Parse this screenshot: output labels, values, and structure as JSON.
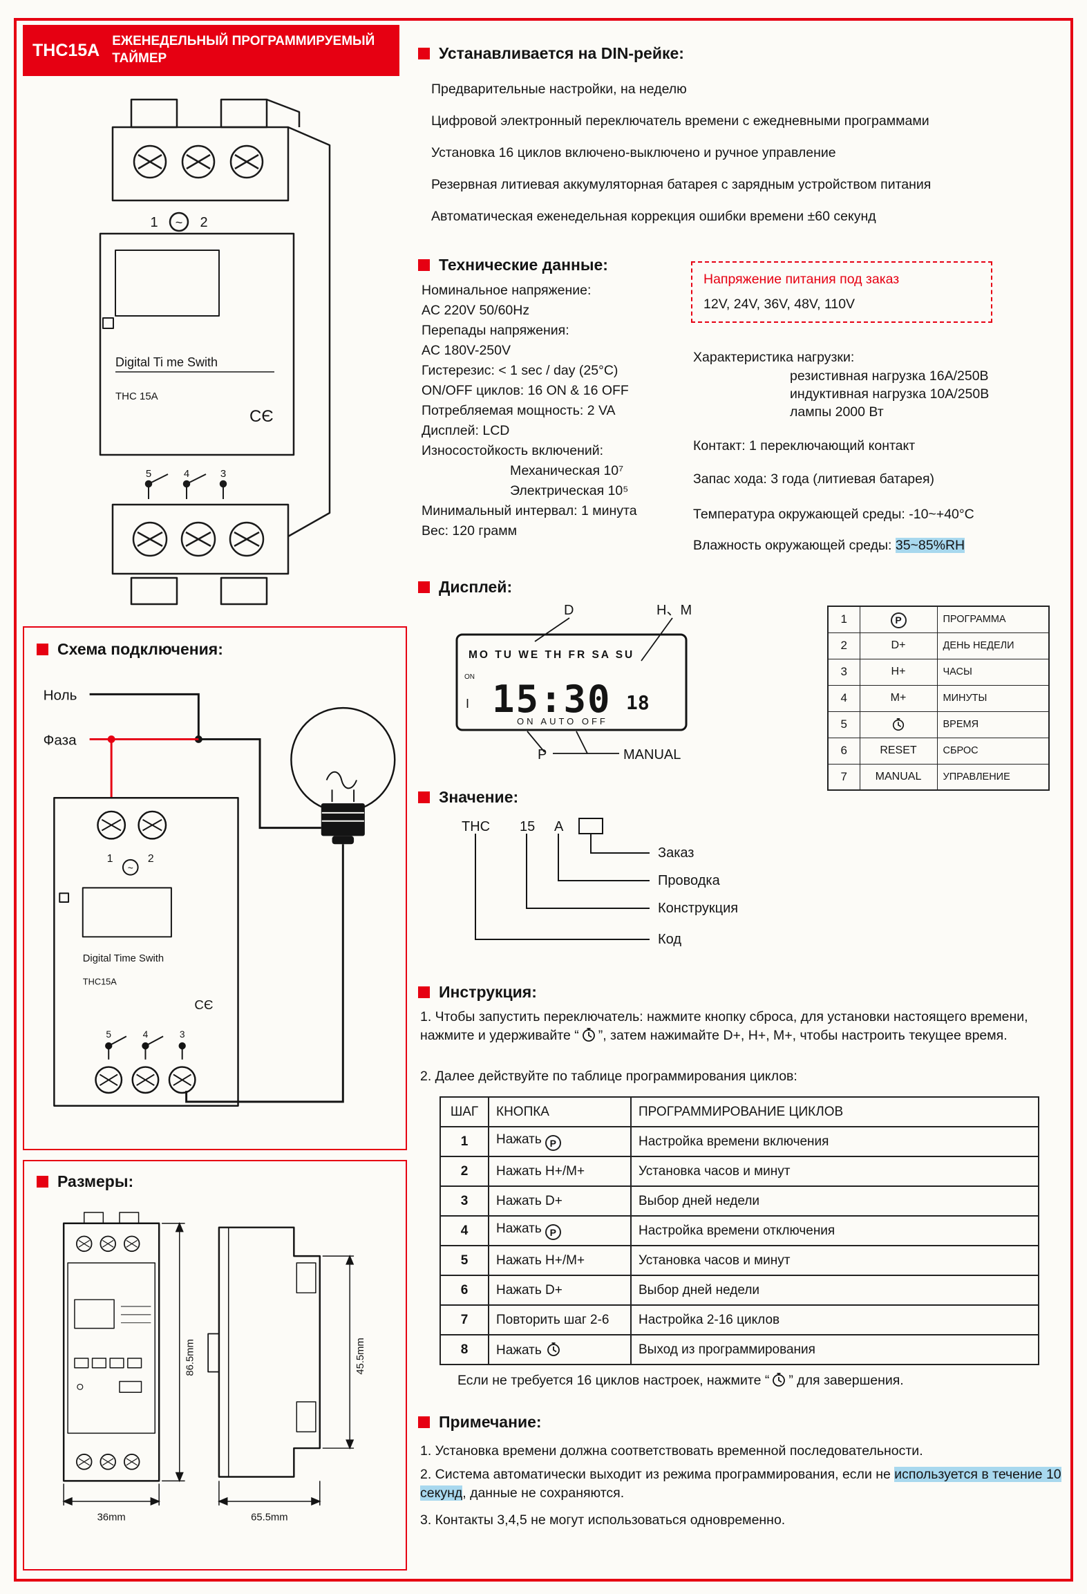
{
  "colors": {
    "accent": "#e60012",
    "highlight": "#a8d8ee"
  },
  "header": {
    "model": "THC15A",
    "title_line1": "ЕЖЕНЕДЕЛЬНЫЙ ПРОГРАММИРУЕМЫЙ",
    "title_line2": "ТАЙМЕР"
  },
  "device": {
    "display_brand": "Digital Ti me Swith",
    "model": "THC 15A",
    "ce": "CЄ",
    "tilde": "~",
    "top_terminals": [
      "1",
      "2"
    ],
    "bottom_terminals": [
      "5",
      "4",
      "3"
    ]
  },
  "features": {
    "title": "Устанавливается на DIN-рейке:",
    "items": [
      "Предварительные настройки, на неделю",
      "Цифровой электронный переключатель времени с ежедневными программами",
      "Установка 16 циклов включено-выключено и ручное управление",
      "Резервная литиевая аккумуляторная батарея с зарядным устройством питания",
      "Автоматическая еженедельная коррекция ошибки времени ±60 секунд"
    ]
  },
  "tech": {
    "title": "Технические данные:",
    "left": [
      "Номинальное напряжение:",
      "AC 220V 50/60Hz",
      "Перепады напряжения:",
      "AC 180V-250V",
      "Гистерезис: < 1 sec / day (25°C)",
      "ON/OFF циклов: 16 ON & 16 OFF",
      "Потребляемая мощность: 2 VA",
      "Дисплей: LCD",
      "Износостойкость включений:",
      "Механическая 10⁷",
      "Электрическая 10⁵",
      "Минимальный интервал: 1 минута",
      "Вес: 120 грамм"
    ],
    "voltage_box": {
      "title": "Напряжение питания под заказ",
      "values": "12V, 24V, 36V, 48V, 110V"
    },
    "load_title": "Характеристика нагрузки:",
    "load_items": [
      "резистивная нагрузка 16А/250В",
      "индуктивная нагрузка 10А/250В",
      "лампы 2000 Вт"
    ],
    "contact": "Контакт: 1 переключающий контакт",
    "reserve": "Запас хода: 3 года (литиевая батарея)",
    "temperature": "Температура окружающей среды: -10~+40°C",
    "humidity_label": "Влажность окружающей среды: ",
    "humidity_value": "35~85%RH"
  },
  "display": {
    "title": "Дисплей:",
    "callout_d": "D",
    "callout_hm": "H、M",
    "callout_p": "P",
    "callout_manual": "MANUAL",
    "days": "MO TU WE TH FR SA SU",
    "on_small": "ON",
    "cursor": "I",
    "time": "15:30",
    "seconds": "18",
    "status": "ON AUTO OFF",
    "table_rows": [
      {
        "num": "1",
        "button": "P",
        "func": "ПРОГРАММА"
      },
      {
        "num": "2",
        "button": "D+",
        "func": "ДЕНЬ НЕДЕЛИ"
      },
      {
        "num": "3",
        "button": "H+",
        "func": "ЧАСЫ"
      },
      {
        "num": "4",
        "button": "M+",
        "func": "МИНУТЫ"
      },
      {
        "num": "5",
        "button": "",
        "func": "ВРЕМЯ"
      },
      {
        "num": "6",
        "button": "RESET",
        "func": "СБРОС"
      },
      {
        "num": "7",
        "button": "MANUAL",
        "func": "УПРАВЛЕНИЕ"
      }
    ]
  },
  "meaning": {
    "title": "Значение:",
    "code": [
      "THC",
      "15",
      "A"
    ],
    "labels": [
      "Заказ",
      "Проводка",
      "Конструкция",
      "Код"
    ]
  },
  "connection": {
    "title": "Схема подключения:",
    "neutral": "Ноль",
    "phase": "Фаза",
    "device_brand": "Digital Time Swith",
    "device_model": "THC15A"
  },
  "dimensions": {
    "title": "Размеры:",
    "front_width": "36mm",
    "front_height": "86.5mm",
    "side_width": "65.5mm",
    "side_height": "45.5mm"
  },
  "instruction": {
    "title": "Инструкция:",
    "p1_pre": "1. Чтобы запустить переключатель: нажмите кнопку сброса, для установки настоящего времени, нажмите и удерживайте “",
    "p1_post": "”, затем нажимайте D+, H+, M+, чтобы настроить текущее время.",
    "p2": "2. Далее действуйте по таблице программирования циклов:",
    "p_glyph": "P",
    "table": {
      "headers": [
        "ШАГ",
        "КНОПКА",
        "ПРОГРАММИРОВАНИЕ  ЦИКЛОВ"
      ],
      "rows": [
        {
          "step": "1",
          "button": "Нажать",
          "action": "Настройка времени включения"
        },
        {
          "step": "2",
          "button": "Нажать H+/M+",
          "action": "Установка часов и минут"
        },
        {
          "step": "3",
          "button": "Нажать  D+",
          "action": "Выбор дней недели"
        },
        {
          "step": "4",
          "button": "Нажать",
          "action": "Настройка времени отключения"
        },
        {
          "step": "5",
          "button": "Нажать H+/M+",
          "action": "Установка часов и минут"
        },
        {
          "step": "6",
          "button": "Нажать  D+",
          "action": "Выбор дней недели"
        },
        {
          "step": "7",
          "button": "Повторить шаг 2-6",
          "action": "Настройка 2-16 циклов"
        },
        {
          "step": "8",
          "button": "Нажать",
          "action": "Выход из программирования"
        }
      ]
    },
    "footnote_pre": "Если не требуется 16 циклов настроек, нажмите  “",
    "footnote_post": "” для завершения."
  },
  "notes": {
    "title": "Примечание:",
    "n1": "1. Установка времени должна соответствовать временной последовательности.",
    "n2_pre": "2. Система автоматически выходит из режима программирования, если не ",
    "n2_hl": "используется в течение 10 секунд",
    "n2_post": ", данные не сохраняются.",
    "n3": "3. Контакты 3,4,5 не могут использоваться одновременно."
  }
}
